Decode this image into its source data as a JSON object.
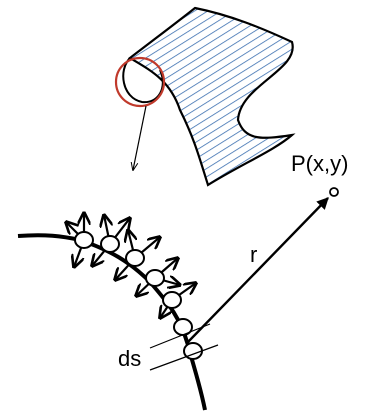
{
  "labels": {
    "point": "P(x,y)",
    "radius": "r",
    "element": "ds"
  },
  "colors": {
    "stroke": "#000000",
    "hatch": "#3b6fb0",
    "highlight_circle": "#c0392b",
    "background": "#ffffff"
  },
  "icons": {
    "surface": "hatched-curved-surface",
    "detail_circle": "red-circle",
    "point_marker": "hollow-circle"
  }
}
